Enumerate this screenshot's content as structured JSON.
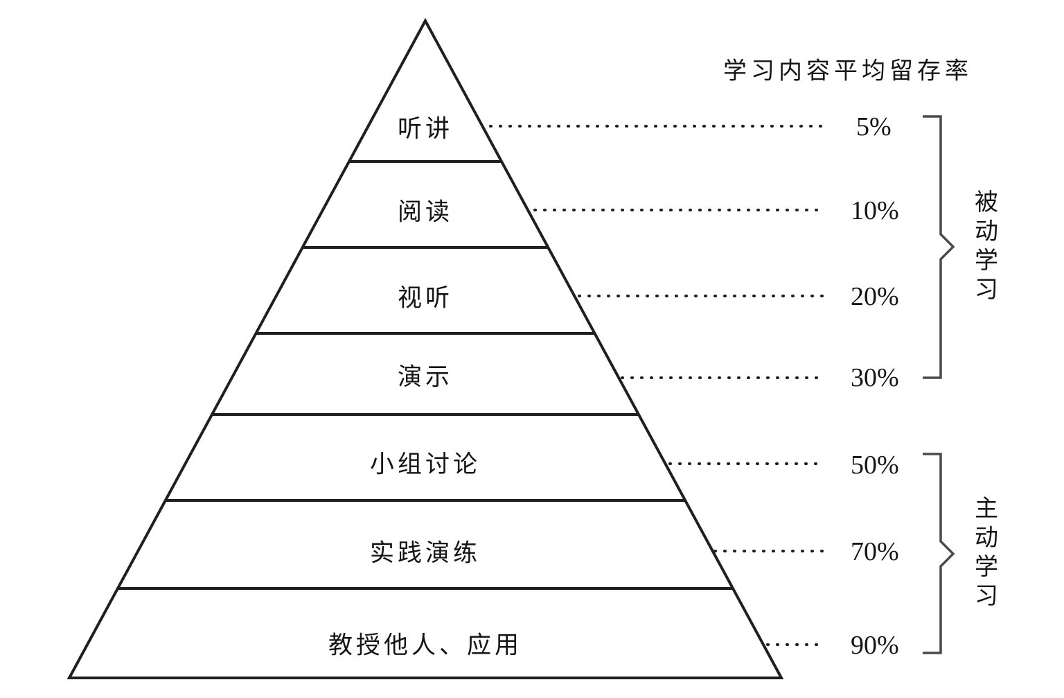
{
  "chart_data": {
    "type": "pyramid",
    "title": "学习内容平均留存率",
    "xlabel": "",
    "ylabel": "",
    "categories": [
      "听讲",
      "阅读",
      "视听",
      "演示",
      "小组讨论",
      "实践演练",
      "教授他人、应用"
    ],
    "values": [
      5,
      10,
      20,
      30,
      50,
      70,
      90
    ],
    "value_labels": [
      "5%",
      "10%",
      "20%",
      "30%",
      "50%",
      "70%",
      "90%"
    ],
    "unit": "%",
    "grid": false,
    "legend": "none",
    "groups": [
      {
        "label": "被动学习",
        "members": [
          "听讲",
          "阅读",
          "视听",
          "演示"
        ]
      },
      {
        "label": "主动学习",
        "members": [
          "小组讨论",
          "实践演练",
          "教授他人、应用"
        ]
      }
    ]
  },
  "diagram": {
    "title": "学习内容平均留存率",
    "levels": [
      {
        "name": "听讲",
        "retention": "5%"
      },
      {
        "name": "阅读",
        "retention": "10%"
      },
      {
        "name": "视听",
        "retention": "20%"
      },
      {
        "name": "演示",
        "retention": "30%"
      },
      {
        "name": "小组讨论",
        "retention": "50%"
      },
      {
        "name": "实践演练",
        "retention": "70%"
      },
      {
        "name": "教授他人、应用",
        "retention": "90%"
      }
    ],
    "groups": [
      {
        "label": "被动学习"
      },
      {
        "label": "主动学习"
      }
    ],
    "colors": {
      "stroke": "#1f1f1f",
      "text": "#151515",
      "background": "#ffffff"
    }
  }
}
